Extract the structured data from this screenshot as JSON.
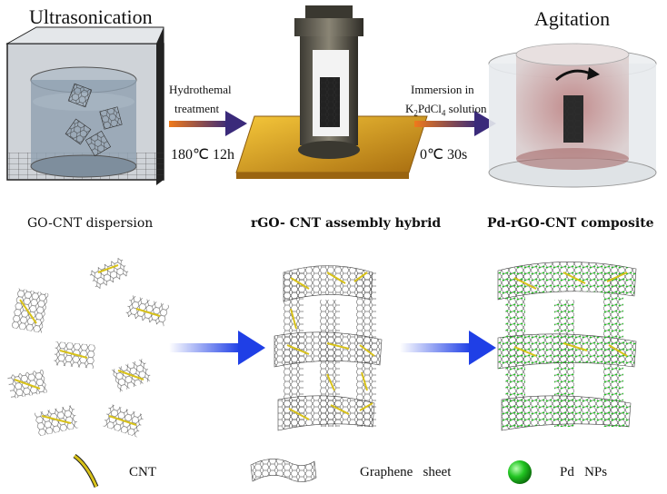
{
  "top": {
    "step1_title": "Ultrasonication",
    "step3_title": "Agitation"
  },
  "arrow1": {
    "label_line1": "Hydrothemal",
    "label_line2": "treatment",
    "condition": "180℃ 12h"
  },
  "arrow2": {
    "label_line1": "Immersion in",
    "label_line2_prefix": "K",
    "label_line2_sub1": "2",
    "label_line2_mid": "PdCl",
    "label_line2_sub2": "4",
    "label_line2_suffix": " solution",
    "condition": "0℃ 30s"
  },
  "stages": {
    "stage1": "GO-CNT dispersion",
    "stage2": "rGO- CNT assembly hybrid",
    "stage3": "Pd-rGO-CNT composite"
  },
  "legend": {
    "cnt": "CNT",
    "graphene": "Graphene   sheet",
    "pd": "Pd   NPs"
  },
  "colors": {
    "arrow_gradient_start": "#f07a1a",
    "arrow_gradient_end": "#3a2a7a",
    "blue_arrow": "#1f3fe6",
    "cnt_yellow": "#d8c21a",
    "pd_green": "#1fbf1f",
    "gold_plate": "#d9a21c"
  }
}
